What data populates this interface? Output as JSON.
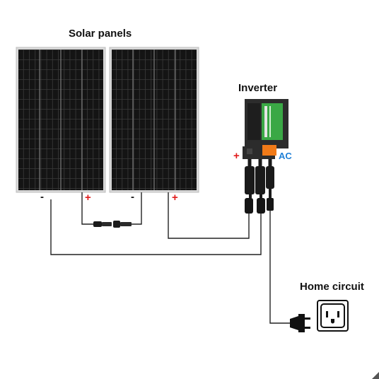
{
  "labels": {
    "solar_panels": "Solar panels",
    "inverter": "Inverter",
    "home_circuit": "Home circuit",
    "ac": "AC"
  },
  "polarity": {
    "negative": "-",
    "positive": "+"
  },
  "colors": {
    "panel_cell": "#151515",
    "panel_frame": "#cfcfcf",
    "wire": "#222222",
    "positive": "#e11b1b",
    "ac": "#1e7fd6",
    "inverter_body": "#2c2c2c",
    "inverter_label": "#3aa845",
    "inverter_plate": "#f07a18"
  },
  "icons": [
    "solar-panel-icon",
    "inverter-icon",
    "mc4-connector-icon",
    "plug-icon",
    "wall-socket-icon"
  ]
}
